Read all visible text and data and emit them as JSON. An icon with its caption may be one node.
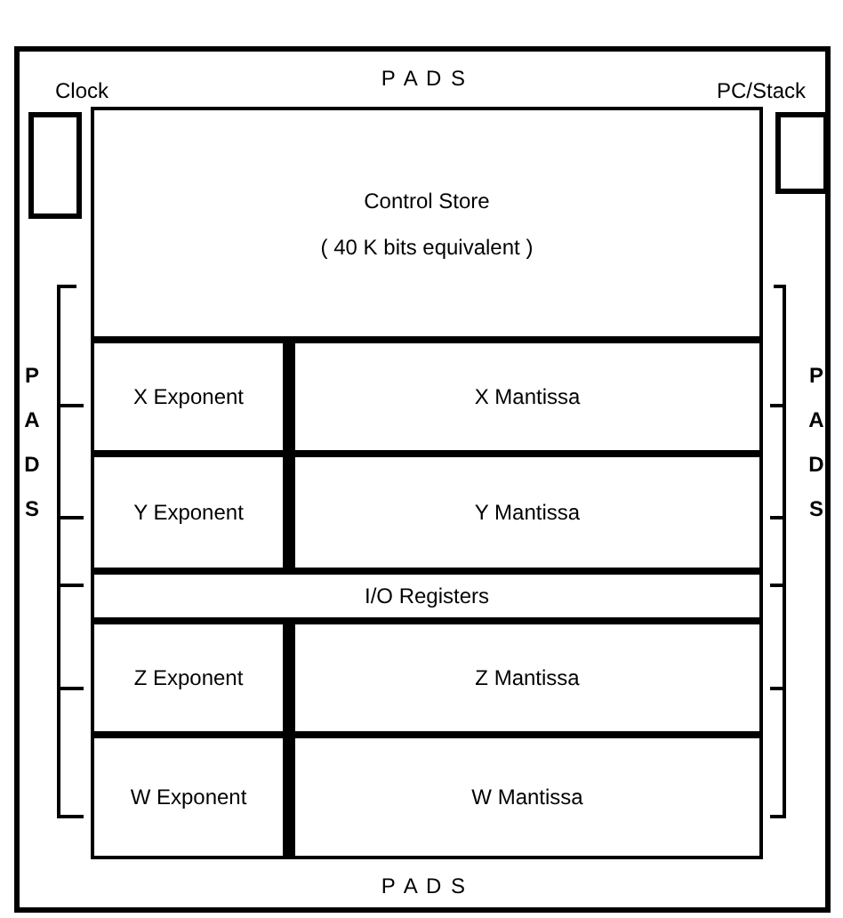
{
  "diagram": {
    "nodes": [
      {
        "text": [],
        "shape": "box"
      },
      {
        "text": [
          "Clock"
        ],
        "in": 0
      },
      {
        "text": [
          "PC/Stack"
        ],
        "in": 0
      },
      {
        "text": [
          "Control Store",
          "( 40 K bits equivalent )"
        ],
        "in": 0
      },
      {
        "text": [
          "X Exponent"
        ],
        "in": 0
      },
      {
        "text": [
          "X Mantissa"
        ],
        "in": 0
      },
      {
        "text": [
          "Y Exponent"
        ],
        "in": 0
      },
      {
        "text": [
          "Y Mantissa"
        ],
        "in": 0
      },
      {
        "text": [
          "I/O Registers"
        ],
        "in": 0
      },
      {
        "text": [
          "Z Exponent"
        ],
        "in": 0
      },
      {
        "text": [
          "Z Mantissa"
        ],
        "in": 0
      },
      {
        "text": [
          "W Exponent"
        ],
        "in": 0
      },
      {
        "text": [
          "W Mantissa"
        ],
        "in": 0
      }
    ],
    "edges": [],
    "labels": [
      "P A D S",
      "P A D S",
      "P A D S",
      "P A D S"
    ]
  }
}
